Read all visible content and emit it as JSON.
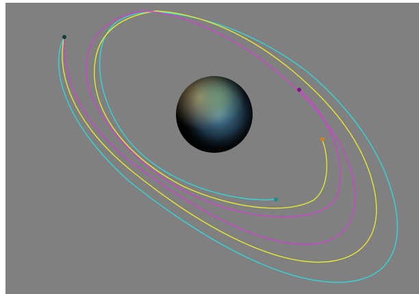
{
  "scene": {
    "background_color": "#808080",
    "planet": {
      "name": "planet",
      "colors": {
        "highlight_blue": "#5b9bc0",
        "highlight_gold": "#a89468",
        "highlight_green": "#6f9a7a",
        "shadow": "#000000"
      }
    },
    "trails": [
      {
        "name": "cyan",
        "color": "#30d8d8"
      },
      {
        "name": "yellow",
        "color": "#e8e830"
      },
      {
        "name": "magenta",
        "color": "#d040d0"
      }
    ],
    "bodies": [
      {
        "name": "teal",
        "color": "#1f8a8a"
      },
      {
        "name": "dark-green",
        "color": "#104030"
      },
      {
        "name": "purple",
        "color": "#7a1880"
      },
      {
        "name": "orange",
        "color": "#d08020"
      }
    ]
  }
}
